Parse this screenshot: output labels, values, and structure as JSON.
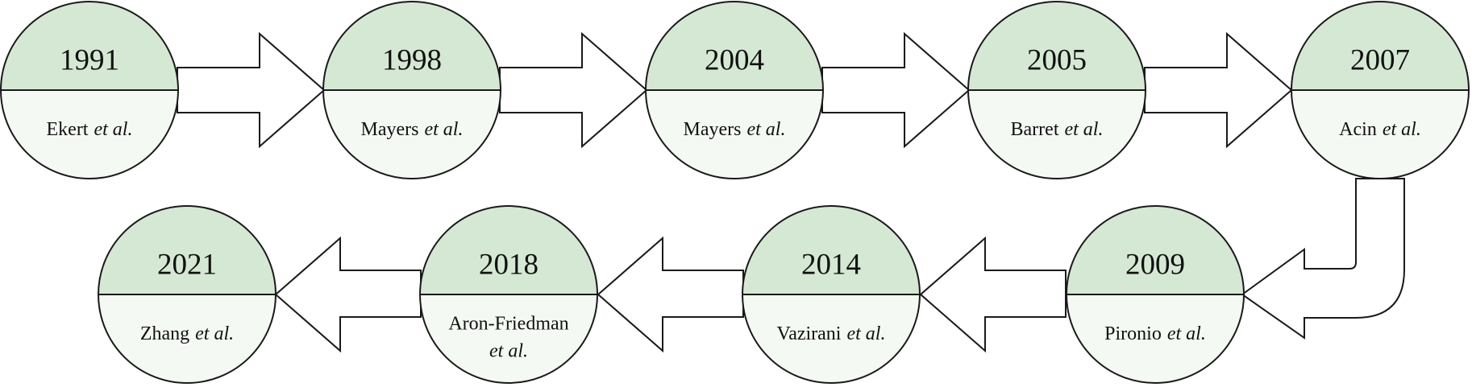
{
  "timeline": {
    "events": [
      {
        "year": "1991",
        "author": "Ekert",
        "suffix": "et al."
      },
      {
        "year": "1998",
        "author": "Mayers",
        "suffix": "et al."
      },
      {
        "year": "2004",
        "author": "Mayers",
        "suffix": "et al."
      },
      {
        "year": "2005",
        "author": "Barret",
        "suffix": "et al."
      },
      {
        "year": "2007",
        "author": "Acin",
        "suffix": "et al."
      },
      {
        "year": "2009",
        "author": "Pironio",
        "suffix": "et al."
      },
      {
        "year": "2014",
        "author": "Vazirani",
        "suffix": "et al."
      },
      {
        "year": "2018",
        "author": "Aron-Friedman",
        "suffix": "et al."
      },
      {
        "year": "2021",
        "author": "Zhang",
        "suffix": "et al."
      }
    ]
  },
  "colors": {
    "disc_top": "#d5e8d4",
    "disc_bottom": "#f5f9f4",
    "outline": "#1a1a1a"
  }
}
